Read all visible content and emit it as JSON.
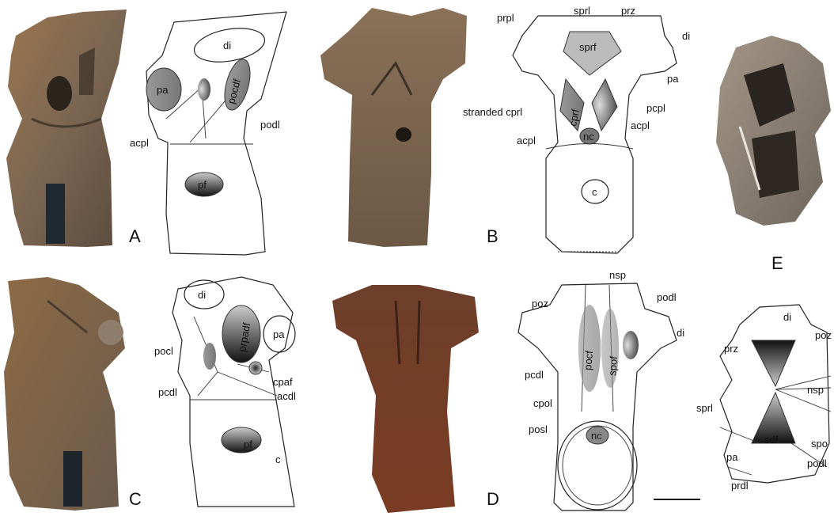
{
  "panels": {
    "A": "A",
    "B": "B",
    "C": "C",
    "D": "D",
    "E": "E"
  },
  "labels_A": {
    "di": "di",
    "pa": "pa",
    "pocdf": "pocdf",
    "acpl": "acpl",
    "podl": "podl",
    "pf": "pf"
  },
  "labels_B": {
    "prpl": "prpl",
    "sprl": "sprl",
    "prz": "prz",
    "di": "di",
    "sprf": "sprf",
    "pa": "pa",
    "pcpl": "pcpl",
    "stranded_cprl": "stranded cprl",
    "cprf": "cprf",
    "acpl": "acpl",
    "nc": "nc",
    "c": "c"
  },
  "labels_C": {
    "di": "di",
    "prpadf": "prpadf",
    "pa": "pa",
    "pocl": "pocl",
    "cpaf": "cpaf",
    "pcdl": "pcdl",
    "acdl": "acdl",
    "pf": "pf",
    "c": "c"
  },
  "labels_D": {
    "nsp": "nsp",
    "poz": "poz",
    "podl": "podl",
    "di": "di",
    "pocf": "pocf",
    "spof": "spof",
    "pcdl": "pcdl",
    "cpol": "cpol",
    "nc": "nc",
    "posl": "posl"
  },
  "labels_E": {
    "di": "di",
    "poz": "poz",
    "prz": "prz",
    "nsp": "nsp",
    "sprl": "sprl",
    "sdf": "sdf",
    "spo": "spo",
    "pa": "pa",
    "podl": "podl",
    "prdl": "prdl"
  },
  "colors": {
    "bone_light": "#b08a62",
    "bone_dark": "#5e4a36",
    "bone_red": "#6e3a25",
    "bone_grey": "#8c7f73",
    "fossa_dark": "#2a2a2a"
  }
}
